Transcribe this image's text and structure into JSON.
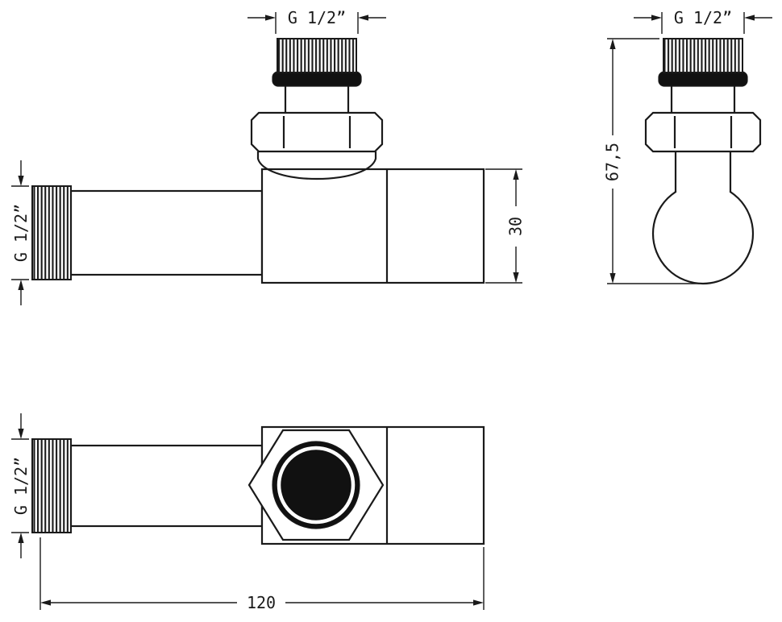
{
  "labels": {
    "side_thread_top": "G 1/2”",
    "side_thread_left": "G 1/2”",
    "side_height": "30",
    "front_thread_top": "G 1/2”",
    "front_height": "67,5",
    "top_thread_left": "G 1/2”",
    "top_length": "120"
  },
  "colors": {
    "line": "#1a1a1a",
    "background": "#ffffff",
    "fill_dark": "#111111"
  }
}
